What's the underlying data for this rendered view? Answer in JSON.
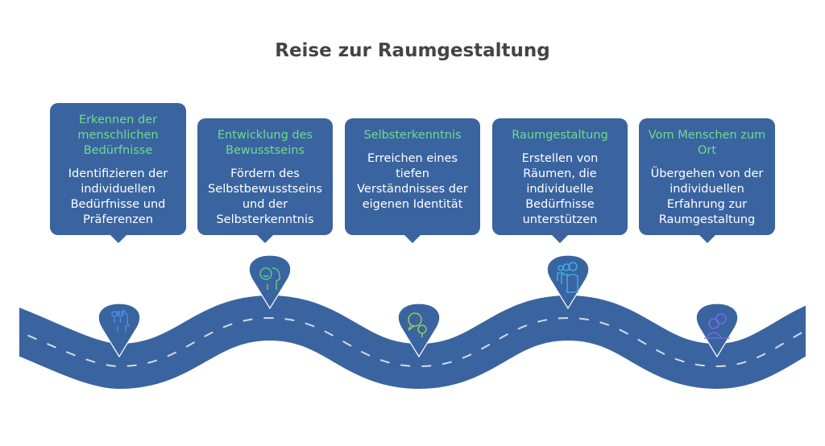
{
  "title": "Reise zur Raumgestaltung",
  "steps": [
    {
      "heading": "Erkennen der menschlichen Bedürfnisse",
      "text": "Identifizieren der individuellen Bedürfnisse und Präferenzen",
      "icon": "head-fork-icon"
    },
    {
      "heading": "Entwicklung des Bewusstseins",
      "text": "Fördern des Selbstbewusstseins und der Selbsterkenntnis",
      "icon": "smiley-head-icon"
    },
    {
      "heading": "Selbsterkenntnis",
      "text": "Erreichen eines tiefen Verständnisses der eigenen Identität",
      "icon": "speech-bubbles-icon"
    },
    {
      "heading": "Raumgestaltung",
      "text": "Erstellen von Räumen, die individuelle Bedürfnisse unterstützen",
      "icon": "people-group-icon"
    },
    {
      "heading": "Vom Menschen zum Ort",
      "text": "Übergehen von der individuellen Erfahrung zur Raumgestaltung",
      "icon": "person-globe-icon"
    }
  ],
  "colors": {
    "box": "#3a64a0",
    "heading": "#6fdc8c",
    "road": "#3a64a0"
  }
}
